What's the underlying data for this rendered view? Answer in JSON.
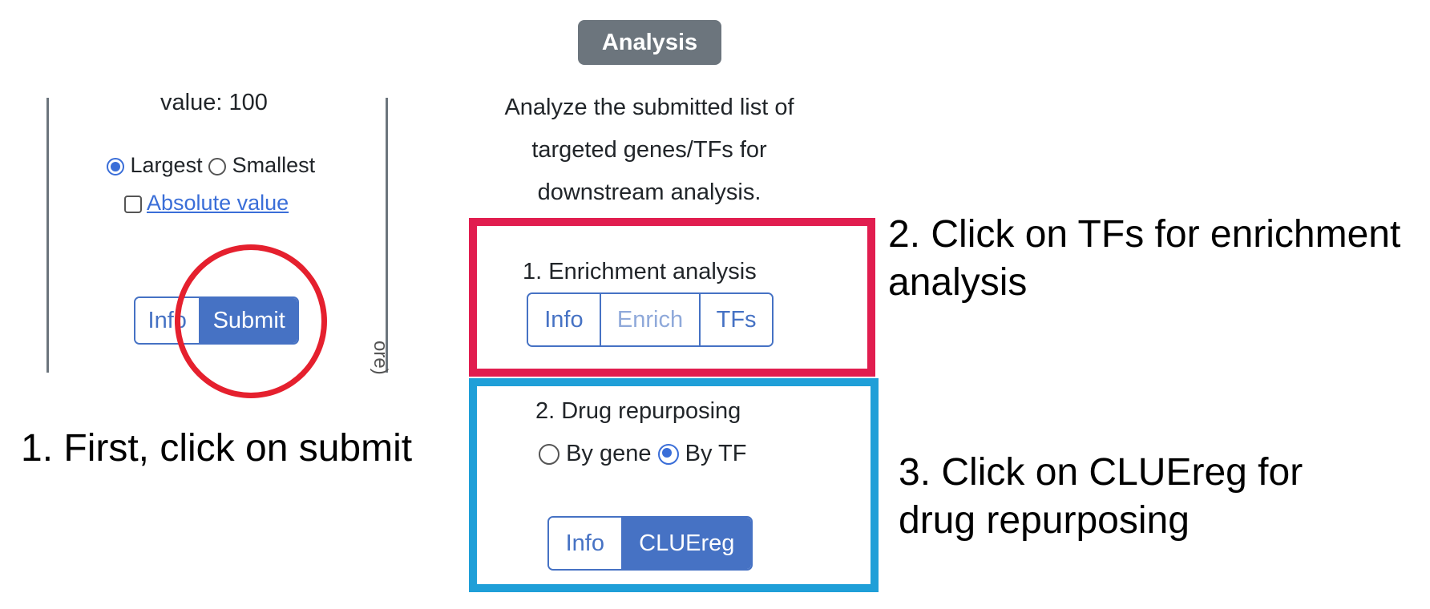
{
  "analysis_panel": {
    "badge": "Analysis",
    "description_lines": [
      "Analyze the submitted list of",
      "targeted genes/TFs for",
      "downstream analysis."
    ],
    "enrichment": {
      "title": "1. Enrichment analysis",
      "buttons": {
        "info": "Info",
        "enrich": "Enrich",
        "tfs": "TFs"
      }
    },
    "drug": {
      "title": "2. Drug repurposing",
      "radio_gene": "By gene",
      "radio_tf": "By TF",
      "selected": "By TF",
      "buttons": {
        "info": "Info",
        "cluereg": "CLUEreg"
      }
    }
  },
  "filter_panel": {
    "value_text": "value: 100",
    "radio_largest": "Largest",
    "radio_smallest": "Smallest",
    "selected": "Largest",
    "absolute_label": "Absolute value",
    "absolute_checked": false,
    "buttons": {
      "info": "Info",
      "submit": "Submit"
    },
    "side_text": "ore)"
  },
  "annotations": {
    "step1": "1. First, click on submit",
    "step2_line1": "2. Click on TFs for enrichment",
    "step2_line2": "analysis",
    "step3_line1": "3. Click on CLUEreg for",
    "step3_line2": "drug repurposing"
  },
  "colors": {
    "primary": "#4672c4",
    "badge": "#6c757d",
    "red_box": "#e11d4f",
    "blue_box": "#1f9fd8",
    "red_circle": "#e5202e"
  }
}
